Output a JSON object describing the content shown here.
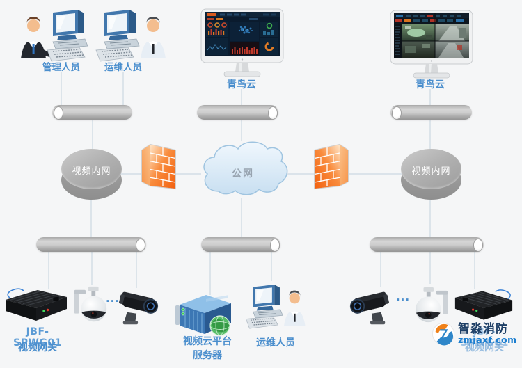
{
  "top_row": {
    "admin_label": "管理人员",
    "ops_label": "运维人员",
    "center_monitor_label": "青鸟云",
    "right_monitor_label": "青鸟云"
  },
  "network": {
    "left_intranet": "视频内网",
    "right_intranet": "视频内网",
    "public_cloud": "公网"
  },
  "bottom_row": {
    "left_gateway_model": "JBF-SPWG01",
    "left_gateway_name": "视频网关",
    "left_ellipsis": "...",
    "server_name_line1": "视频云平台",
    "server_name_line2": "服务器",
    "ops_label": "运维人员",
    "right_ellipsis": "...",
    "right_gateway_model": "JBF-SPWG01",
    "right_gateway_name": "视频网关"
  },
  "watermark": {
    "brand": "智淼消防",
    "site": "zmjaxf.com"
  },
  "colors": {
    "background": "#f5f6f7",
    "label_blue": "#4a8ecd",
    "model_blue": "#5b9bd5",
    "connector_line": "#ccd8e2",
    "firewall_orange": "#f2600f",
    "cloud_fill": "#d9eaf7",
    "disk_gray": "#a8a8a8",
    "brand_navy": "#1e3f66",
    "brand_blue": "#1b7ed0"
  }
}
